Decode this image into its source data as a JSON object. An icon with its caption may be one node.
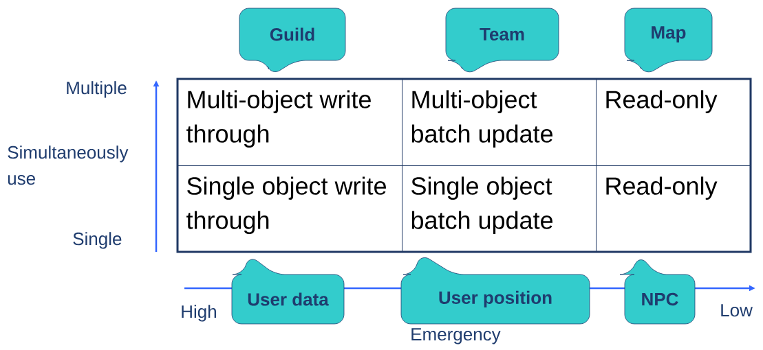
{
  "diagram": {
    "nodes": [
      {
        "text": [
          "Multi-object write through"
        ]
      },
      {
        "text": [
          "Multi-object batch update"
        ]
      },
      {
        "text": [
          "Read-only"
        ]
      },
      {
        "text": [
          "Single object write through"
        ]
      },
      {
        "text": [
          "Single object batch update"
        ]
      },
      {
        "text": [
          "Read-only"
        ]
      },
      {
        "text": [
          "Guild"
        ]
      },
      {
        "text": [
          "Team"
        ]
      },
      {
        "text": [
          "Map"
        ]
      },
      {
        "text": [
          "User data"
        ]
      },
      {
        "text": [
          "User position"
        ]
      },
      {
        "text": [
          "NPC"
        ]
      }
    ],
    "labels": [
      "Multiple",
      "Simultaneously use",
      "Single",
      "High",
      "Low",
      "Emergency"
    ]
  }
}
